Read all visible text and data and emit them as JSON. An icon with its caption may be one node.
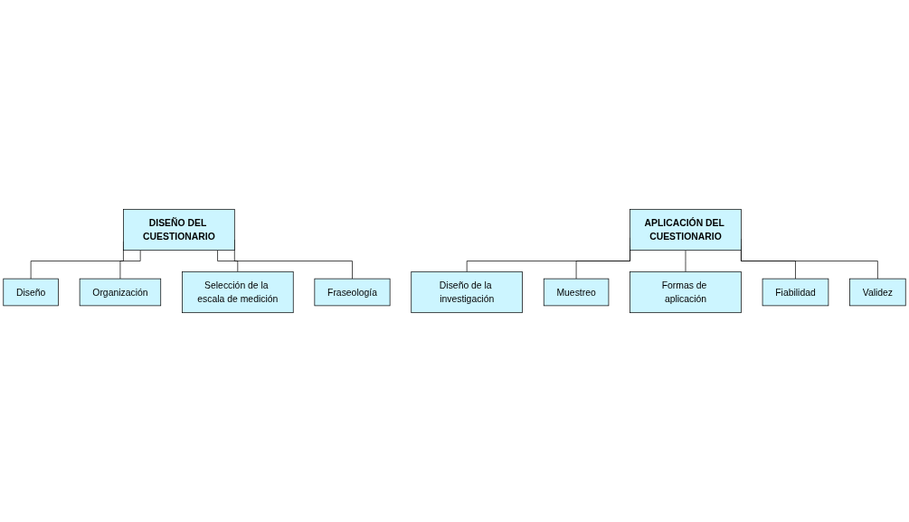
{
  "diagram": {
    "nodes": [
      {
        "text": [
          "DISEÑO DEL CUESTIONARIO"
        ]
      },
      {
        "text": [
          "Diseño"
        ]
      },
      {
        "text": [
          "Organización"
        ]
      },
      {
        "text": [
          "Selección de la escala de medición"
        ]
      },
      {
        "text": [
          "Fraseología"
        ]
      },
      {
        "text": [
          "APLICACIÓN DEL CUESTIONARIO"
        ]
      },
      {
        "text": [
          "Diseño de la investigación"
        ]
      },
      {
        "text": [
          "Muestreo"
        ]
      },
      {
        "text": [
          "Formas de aplicación"
        ]
      },
      {
        "text": [
          "Fiabilidad"
        ]
      },
      {
        "text": [
          "Validez"
        ]
      }
    ],
    "edges": [
      {
        "from": 0,
        "to": 1,
        "arrow": "none"
      },
      {
        "from": 0,
        "to": 2,
        "arrow": "none"
      },
      {
        "from": 0,
        "to": 3,
        "arrow": "none"
      },
      {
        "from": 0,
        "to": 4,
        "arrow": "none"
      },
      {
        "from": 5,
        "to": 6,
        "arrow": "none"
      },
      {
        "from": 5,
        "to": 7,
        "arrow": "none"
      },
      {
        "from": 5,
        "to": 8,
        "arrow": "none"
      },
      {
        "from": 5,
        "to": 9,
        "arrow": "none"
      },
      {
        "from": 5,
        "to": 10,
        "arrow": "none"
      }
    ]
  }
}
